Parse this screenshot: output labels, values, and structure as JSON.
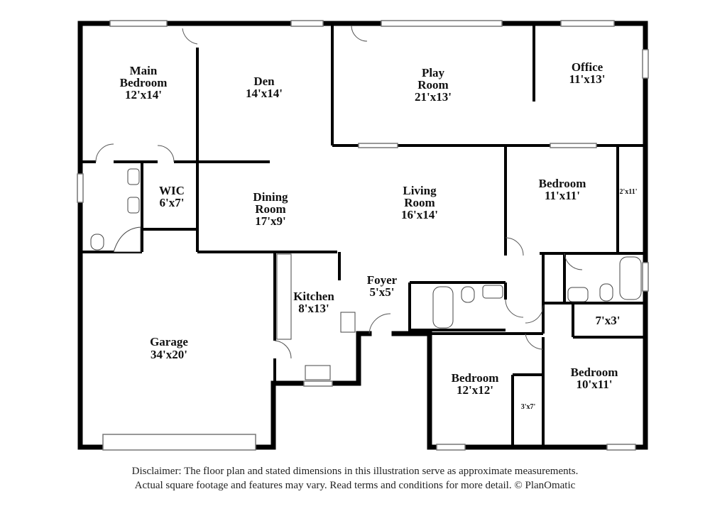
{
  "rooms": {
    "main_bedroom": {
      "name_line1": "Main",
      "name_line2": "Bedroom",
      "size": "12'x14'"
    },
    "den": {
      "name": "Den",
      "size": "14'x14'"
    },
    "play_room": {
      "name_line1": "Play",
      "name_line2": "Room",
      "size": "21'x13'"
    },
    "office": {
      "name": "Office",
      "size": "11'x13'"
    },
    "wic": {
      "name": "WIC",
      "size": "6'x7'"
    },
    "dining_room": {
      "name_line1": "Dining",
      "name_line2": "Room",
      "size": "17'x9'"
    },
    "living_room": {
      "name_line1": "Living",
      "name_line2": "Room",
      "size": "16'x14'"
    },
    "bedroom_east": {
      "name": "Bedroom",
      "size": "11'x11'"
    },
    "closet_east": {
      "size": "2'x11'"
    },
    "foyer": {
      "name": "Foyer",
      "size": "5'x5'"
    },
    "kitchen": {
      "name": "Kitchen",
      "size": "8'x13'"
    },
    "garage": {
      "name": "Garage",
      "size": "34'x20'"
    },
    "closet_hall": {
      "size": "7'x3'"
    },
    "bedroom_south": {
      "name": "Bedroom",
      "size": "12'x12'"
    },
    "closet_south": {
      "size": "3'x7'"
    },
    "bedroom_southeast": {
      "name": "Bedroom",
      "size": "10'x11'"
    }
  },
  "disclaimer": {
    "line1": "Disclaimer: The floor plan and stated dimensions in this illustration serve as approximate measurements.",
    "line2": "Actual square footage and features may vary. Read terms and conditions for more detail. © PlanOmatic"
  }
}
